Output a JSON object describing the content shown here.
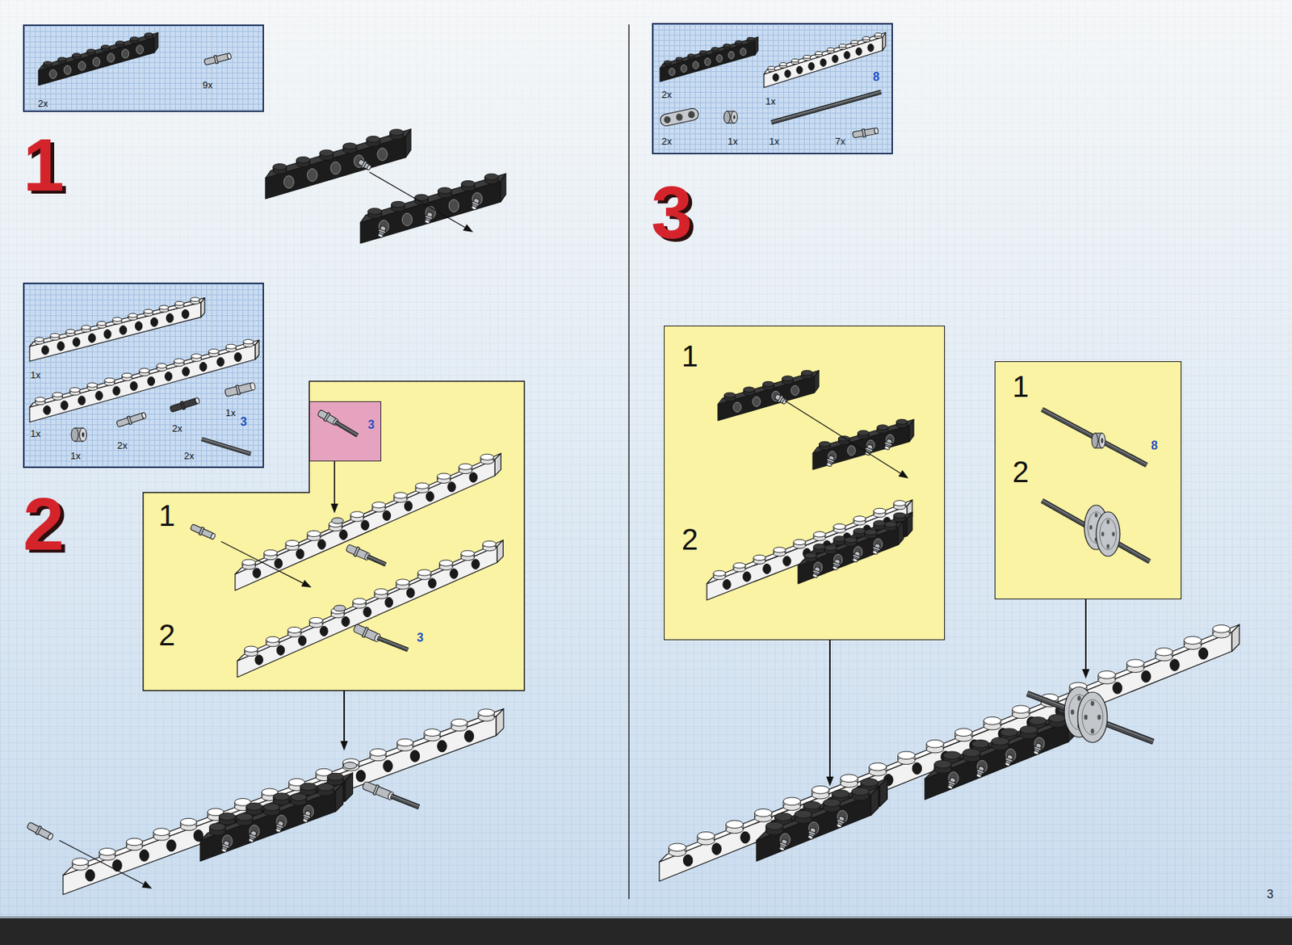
{
  "diagram": {
    "nodes": [
      {
        "text": [
          "2x",
          "9x"
        ]
      },
      {
        "text": [
          "1x",
          "1x",
          "3",
          "2x",
          "1x",
          "2x",
          "1x",
          "2x"
        ]
      },
      {
        "text": [
          "1",
          "2",
          "3"
        ]
      },
      {
        "text": [
          "3"
        ],
        "in": 2
      },
      {
        "text": [
          "8",
          "2x",
          "1x",
          "2x",
          "1x",
          "1x",
          "7x"
        ]
      },
      {
        "text": [
          "1",
          "2"
        ]
      },
      {
        "text": [
          "1",
          "2",
          "8"
        ]
      }
    ],
    "labels": [
      "1",
      "2",
      "3",
      "3"
    ]
  }
}
